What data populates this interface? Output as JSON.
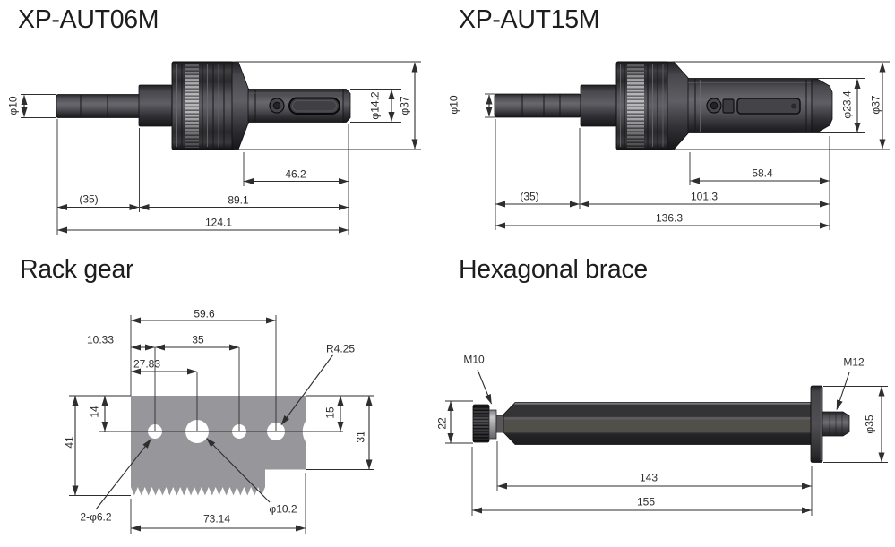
{
  "drawing": {
    "colors": {
      "line": "#2e2e2e",
      "plate_gray": "#97979b",
      "part_dark": "#323236",
      "background": "#ffffff"
    },
    "aut06m": {
      "title": "XP-AUT06M",
      "dims": {
        "shaft_dia": "φ10",
        "nose_dia": "φ14.2",
        "body_dia": "φ37",
        "nose_len": "46.2",
        "shaft_len": "(35)",
        "front_len": "89.1",
        "total_len": "124.1"
      }
    },
    "aut15m": {
      "title": "XP-AUT15M",
      "dims": {
        "shaft_dia": "φ10",
        "sleeve_dia": "φ23.4",
        "body_dia": "φ37",
        "sleeve_len": "58.4",
        "shaft_len": "(35)",
        "front_len": "101.3",
        "total_len": "136.3"
      }
    },
    "rack_gear": {
      "title": "Rack gear",
      "dims": {
        "hole4_offset": "59.6",
        "hole1_offset": "10.33",
        "hole_span": "35",
        "hole2_offset": "27.83",
        "corner_radius": "R4.25",
        "row_offset_left": "14",
        "row_offset_right": "15",
        "plate_height": "41",
        "step_height": "31",
        "small_holes": "2-φ6.2",
        "large_hole": "φ10.2",
        "plate_width": "73.14"
      }
    },
    "hex_brace": {
      "title": "Hexagonal brace",
      "dims": {
        "left_thread": "M10",
        "right_thread": "M12",
        "across_flats": "22",
        "flange_dia": "φ35",
        "body_len": "143",
        "total_len": "155"
      }
    }
  }
}
